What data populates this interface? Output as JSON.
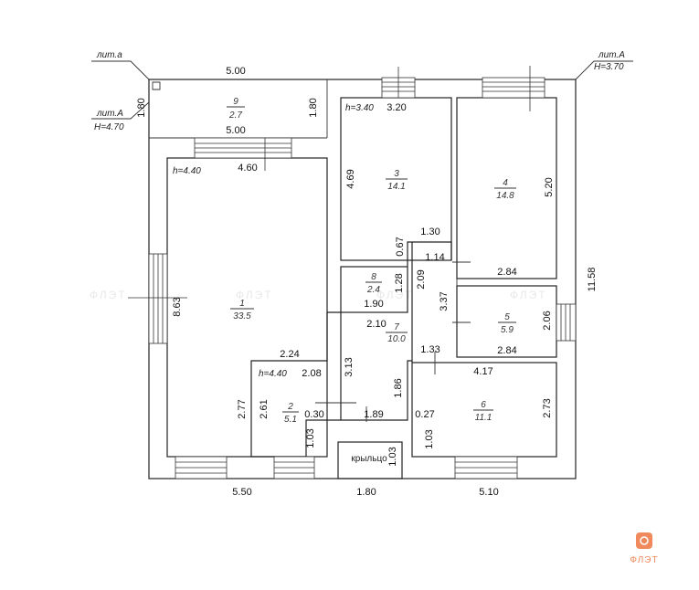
{
  "labels": {
    "lit_a_small": "лит.а",
    "lit_A_left": "лит.А",
    "h_left": "H=4.70",
    "lit_A_right": "лит.А",
    "h_right": "H=3.70",
    "porch": "крыльцо",
    "watermark": "ФЛЭТ"
  },
  "rooms": {
    "r1": {
      "num": "1",
      "area": "33.5",
      "height": "h=4.40"
    },
    "r2": {
      "num": "2",
      "area": "5.1",
      "height": "h=4.40"
    },
    "r3": {
      "num": "3",
      "area": "14.1",
      "height": "h=3.40"
    },
    "r4": {
      "num": "4",
      "area": "14.8"
    },
    "r5": {
      "num": "5",
      "area": "5.9"
    },
    "r6": {
      "num": "6",
      "area": "11.1"
    },
    "r7": {
      "num": "7",
      "area": "10.0"
    },
    "r8": {
      "num": "8",
      "area": "2.4"
    },
    "r9": {
      "num": "9",
      "area": "2.7"
    }
  },
  "dims": {
    "top_500": "5.00",
    "left_180": "1.80",
    "r9_180": "1.80",
    "r9_500": "5.00",
    "r1_460": "4.60",
    "r1_863": "8.63",
    "r1_224": "2.24",
    "r1_277": "2.77",
    "r2_208": "2.08",
    "r2_261": "2.61",
    "r2_030": "0.30",
    "r2_103": "1.03",
    "r3_320": "3.20",
    "r3_469": "4.69",
    "r3_067": "0.67",
    "r4_520": "5.20",
    "r4_284": "2.84",
    "c_130": "1.30",
    "c_114": "1.14",
    "c_209": "2.09",
    "c_337": "3.37",
    "r8_128": "1.28",
    "r8_190": "1.90",
    "r7_210": "2.10",
    "r7_313": "3.13",
    "r7_186": "1.86",
    "r7_189": "1.89",
    "r5_206": "2.06",
    "r5_284": "2.84",
    "r6_133": "1.33",
    "r6_417": "4.17",
    "r6_027": "0.27",
    "r6_273": "2.73",
    "r6_103": "1.03",
    "porch_103": "1.03",
    "right_1158": "11.58",
    "bot_550": "5.50",
    "bot_180": "1.80",
    "bot_510": "5.10"
  },
  "colors": {
    "logo": "#f08a5d",
    "line": "#222222",
    "watermark": "#e6e6e6"
  }
}
